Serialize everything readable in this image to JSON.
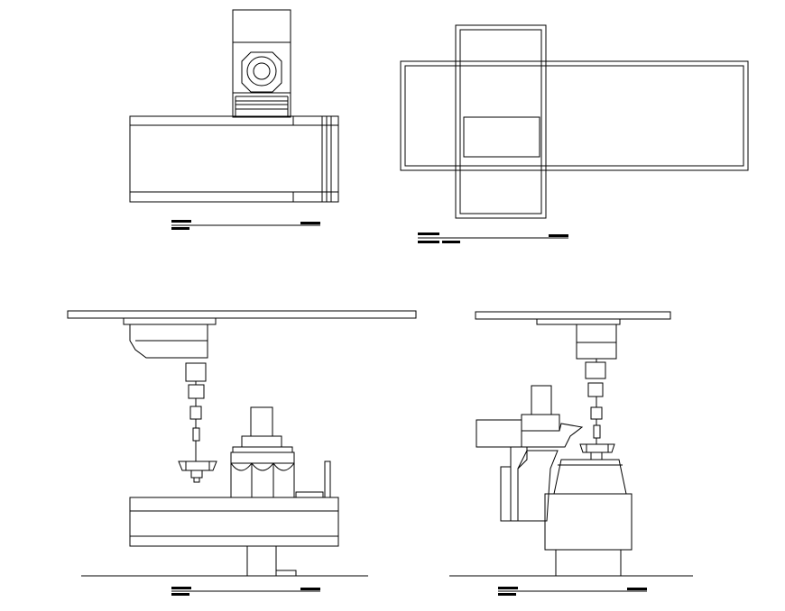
{
  "drawing": {
    "background": "#ffffff",
    "line_color": "#000000",
    "views": [
      {
        "id": "top-left-view",
        "kind": "front elevation of x-ray table with tube head"
      },
      {
        "id": "top-right-view",
        "kind": "plan view of table and column"
      },
      {
        "id": "bottom-left-view",
        "kind": "side elevation with ceiling mount and table"
      },
      {
        "id": "bottom-right-view",
        "kind": "end elevation with ceiling mount and bucky stand"
      }
    ]
  }
}
